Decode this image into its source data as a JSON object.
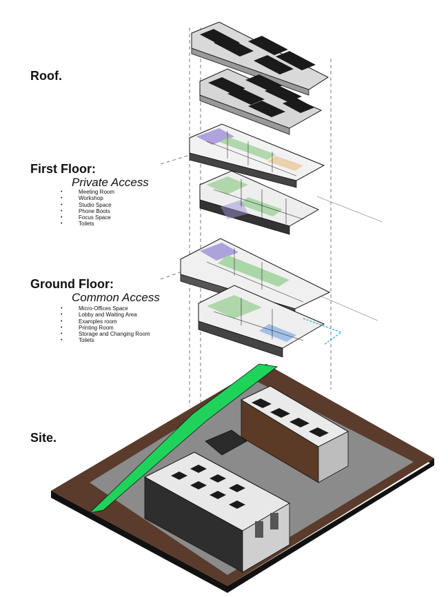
{
  "floors": {
    "roof": {
      "label": "Roof."
    },
    "first_floor": {
      "label": "First Floor:",
      "access": "Private Access",
      "items": [
        "Meeting Room",
        "Workshop",
        "Studio Space",
        "Phone Boots",
        "Focus Space",
        "Toilets"
      ]
    },
    "ground_floor": {
      "label": "Ground Floor:",
      "access": "Common Access",
      "items": [
        "Micro-Offices Space",
        "Lobby and Waiting Area",
        "Examples room",
        "Printing Room",
        "Storage and Changing Room",
        "Toilets"
      ]
    },
    "site": {
      "label": "Site."
    }
  },
  "colors": {
    "green_path": "#1fd35a",
    "earth": "#5a3b2c",
    "ground": "#8b8b8b",
    "roof_panel": "#1a1a1a",
    "room_green": "#9fd19a",
    "room_purple": "#9c8fd6"
  }
}
